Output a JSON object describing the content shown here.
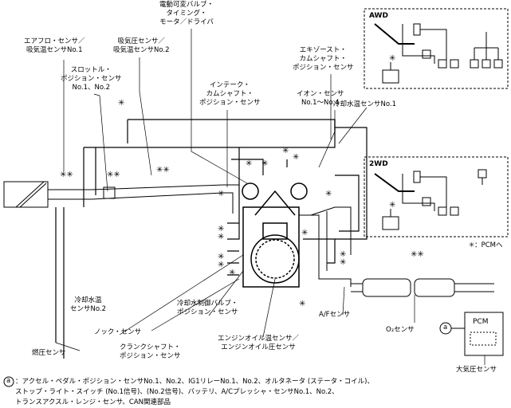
{
  "labels": {
    "evvt_motor": [
      "電動可変バルブ・",
      "タイミング・",
      "モータ／ドライバ"
    ],
    "airflow": [
      "エアフロ・センサ／",
      "吸気温センサNo.1"
    ],
    "map": [
      "吸気圧センサ／",
      "吸気温センサNo.2"
    ],
    "tps": [
      "スロットル・",
      "ポジション・センサ",
      "No.1、No.2"
    ],
    "exhaust_cam": [
      "エキゾースト・",
      "カムシャフト・",
      "ポジション・センサ"
    ],
    "intake_cam": [
      "インテーク・",
      "カムシャフト・",
      "ポジション・センサ"
    ],
    "ion": [
      "イオン・センサ",
      "No.1〜No.4"
    ],
    "ect1": "冷却水温センサNo.1",
    "ect2": [
      "冷却水温",
      "センサNo.2"
    ],
    "knock": "ノック・センサ",
    "crank": [
      "クランクシャフト・",
      "ポジション・センサ"
    ],
    "coolant_valve": [
      "冷却水制御バルブ・",
      "ポジション・センサ"
    ],
    "oil": [
      "エンジンオイル温センサ／",
      "エンジンオイル圧センサ"
    ],
    "fuel_press": "燃圧センサ",
    "af": "A/Fセンサ",
    "o2": "O₂センサ",
    "baro": "大気圧センサ",
    "pcm": "PCM",
    "pcm_note": "✳：PCMへ",
    "circle_a": "a"
  },
  "boxes": {
    "awd": "AWD",
    "twowd": "2WD"
  },
  "footnote": {
    "mark": "a",
    "lines": [
      "：アクセル・ペダル・ポジション・センサNo.1、No.2、IG1リレーNo.1、No.2、オルタネータ (ステータ・コイル)、",
      "ストップ・ライト・スイッチ (No.1信号)、(No.2信号)、バッテリ、A/Cプレッシャ・センサNo.1、No.2、",
      "トランスアクスル・レンジ・センサ、CAN関連部品"
    ]
  }
}
